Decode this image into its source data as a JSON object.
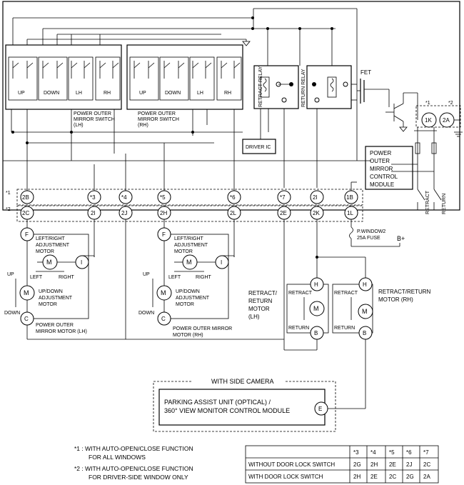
{
  "connector_rows": {
    "row1": "*1",
    "row2": "*2"
  },
  "pins": {
    "row1": [
      "2B",
      "*3",
      "*4",
      "*5",
      "*6",
      "*7",
      "2I",
      "1B"
    ],
    "row2": [
      "2C",
      "2I",
      "2J",
      "2H",
      "2L",
      "2E",
      "2K",
      "1L"
    ],
    "right": [
      "1K",
      "2A"
    ],
    "right_stars": [
      "*1",
      "*2"
    ]
  },
  "mirror_switch_lh": {
    "labels": [
      "UP",
      "DOWN",
      "LH",
      "RH"
    ],
    "name_line1": "POWER OUTER",
    "name_line2": "MIRROR SWITCH",
    "name_line3": "(LH)"
  },
  "mirror_switch_rh": {
    "labels": [
      "UP",
      "DOWN",
      "LH",
      "RH"
    ],
    "name_line1": "POWER OUTER",
    "name_line2": "MIRROR SWITCH",
    "name_line3": "(RH)"
  },
  "relays": {
    "retract": "RETRACT RELAY",
    "return": "RETURN RELAY"
  },
  "fet": "FET",
  "driver_ic": "DRIVER IC",
  "control_module": [
    "POWER",
    "OUTER",
    "MIRROR",
    "CONTROL",
    "MODULE"
  ],
  "relay_switch_labels": {
    "retract": "RETRACT",
    "return": "RETURN"
  },
  "fuse": {
    "line1": "P.WINDOW2",
    "line2": "25A FUSE",
    "supply": "B+"
  },
  "mirror_motor_lh": {
    "pin_f": "F",
    "pin_i": "I",
    "pin_c": "C",
    "motor": "M",
    "adj_lr": [
      "LEFT/RIGHT",
      "ADJUSTMENT",
      "MOTOR"
    ],
    "left": "LEFT",
    "right": "RIGHT",
    "up": "UP",
    "down": "DOWN",
    "adj_ud": [
      "UP/DOWN",
      "ADJUSTMENT",
      "MOTOR"
    ],
    "name": "POWER OUTER MIRROR MOTOR (LH)",
    "name_line1": "POWER OUTER",
    "name_line2": "MIRROR MOTOR (LH)"
  },
  "mirror_motor_rh": {
    "pin_f": "F",
    "pin_i": "I",
    "pin_c": "C",
    "motor": "M",
    "adj_lr": [
      "LEFT/RIGHT",
      "ADJUSTMENT",
      "MOTOR"
    ],
    "left": "LEFT",
    "right": "RIGHT",
    "up": "UP",
    "down": "DOWN",
    "adj_ud": [
      "UP/DOWN",
      "ADJUSTMENT",
      "MOTOR"
    ],
    "name_line1": "POWER OUTER MIRROR",
    "name_line2": "MOTOR (RH)"
  },
  "retract_motor_lh": {
    "lines": [
      "RETRACT/",
      "RETURN",
      "MOTOR",
      "(LH)"
    ],
    "pin_h": "H",
    "pin_b": "B",
    "retract": "RETRACT",
    "return": "RETURN",
    "motor": "M"
  },
  "retract_motor_rh": {
    "lines": [
      "RETRACT/RETURN",
      "MOTOR (RH)"
    ],
    "pin_h": "H",
    "pin_b": "B",
    "retract": "RETRACT",
    "return": "RETURN",
    "motor": "M"
  },
  "side_camera": {
    "title": "WITH SIDE CAMERA",
    "line1": "PARKING ASSIST UNIT (OPTICAL) /",
    "line2": "360° VIEW MONITOR CONTROL MODULE",
    "pin": "E"
  },
  "footnotes": [
    {
      "mark": "*1 :",
      "line1": "WITH AUTO-OPEN/CLOSE FUNCTION",
      "line2": "FOR ALL WINDOWS"
    },
    {
      "mark": "*2 :",
      "line1": "WITH AUTO-OPEN/CLOSE FUNCTION",
      "line2": "FOR DRIVER-SIDE WINDOW ONLY"
    }
  ],
  "table": {
    "headers": [
      "",
      "*3",
      "*4",
      "*5",
      "*6",
      "*7"
    ],
    "rows": [
      [
        "WITHOUT DOOR LOCK SWITCH",
        "2G",
        "2H",
        "2E",
        "2J",
        "2C"
      ],
      [
        "WITH DOOR LOCK SWITCH",
        "2H",
        "2E",
        "2C",
        "2G",
        "2A"
      ]
    ]
  }
}
